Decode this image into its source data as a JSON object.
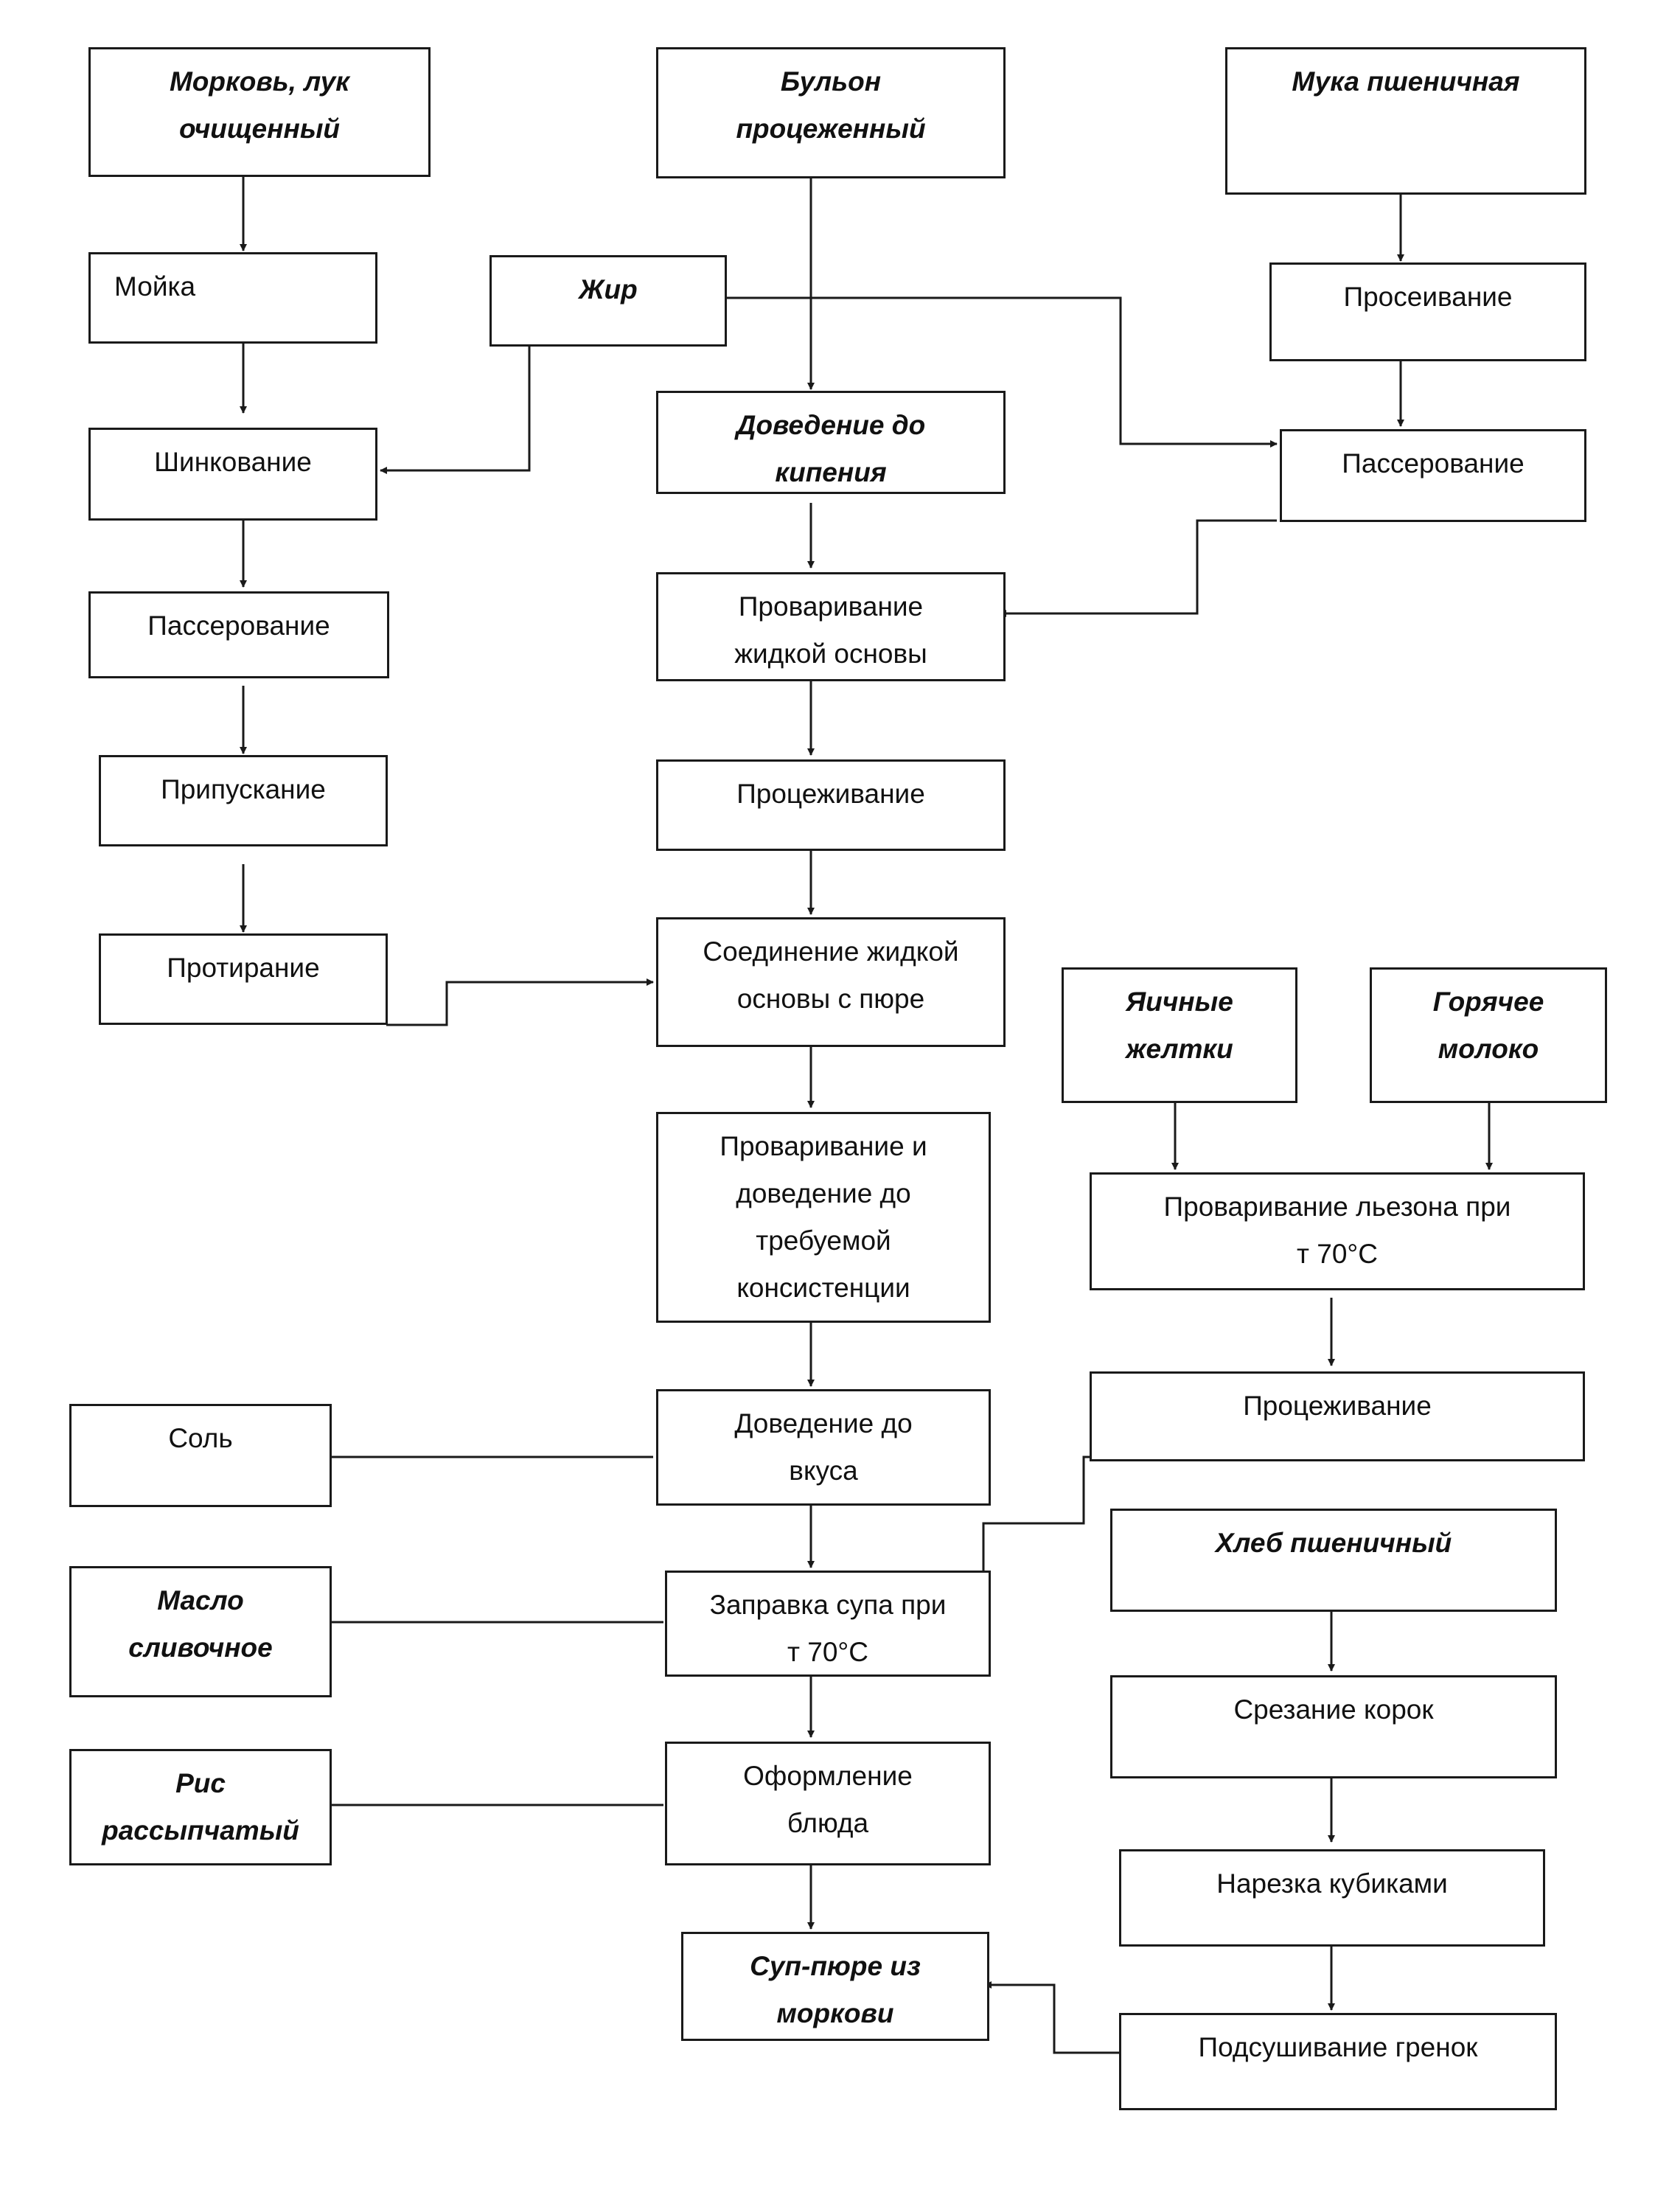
{
  "nodes": {
    "carrot_onion": "Морковь, лук\nочищенный",
    "broth": "Бульон\nпроцеженный",
    "flour": "Мука пшеничная",
    "washing": "Мойка",
    "fat": "Жир",
    "sifting": "Просеивание",
    "shredding": "Шинкование",
    "boiling": "Доведение до\nкипения",
    "sauteing_flour": "Пассерование",
    "sauteing_veg": "Пассерование",
    "boiling_liquid_base": "Проваривание\nжидкой основы",
    "poaching": "Припускание",
    "straining": "Процеживание",
    "rubbing": "Протирание",
    "combining": "Соединение жидкой\nосновы с пюре",
    "egg_yolks": "Яичные\nжелтки",
    "hot_milk": "Горячее\nмолоко",
    "boiling_consistency": "Проваривание и\nдоведение до\nтребуемой\nконсистенции",
    "lezon_boiling": "Проваривание льезона при\nт 70°С",
    "lezon_straining": "Процеживание",
    "salt": "Соль",
    "taste": "Доведение до\nвкуса",
    "bread": "Хлеб пшеничный",
    "butter": "Масло\nсливочное",
    "dressing": "Заправка супа при\nт 70°С",
    "crust_cutting": "Срезание корок",
    "rice": "Рис\nрассыпчатый",
    "plating": "Оформление\nблюда",
    "dicing": "Нарезка кубиками",
    "soup": "Суп-пюре из\nморкови",
    "drying_croutons": "Подсушивание гренок"
  }
}
